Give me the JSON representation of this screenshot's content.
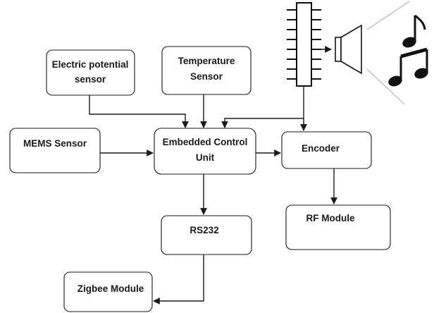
{
  "blocks": {
    "electric_potential_sensor": {
      "line1": "Electric potential",
      "line2": "sensor"
    },
    "temperature_sensor": {
      "line1": "Temperature",
      "line2": "Sensor"
    },
    "mems_sensor": {
      "label": "MEMS Sensor"
    },
    "embedded_control_unit": {
      "line1": "Embedded Control",
      "line2": "Unit"
    },
    "encoder": {
      "label": "Encoder"
    },
    "rf_module": {
      "label": "RF Module"
    },
    "rs232": {
      "label": "RS232"
    },
    "zigbee_module": {
      "label": "Zigbee Module"
    }
  }
}
